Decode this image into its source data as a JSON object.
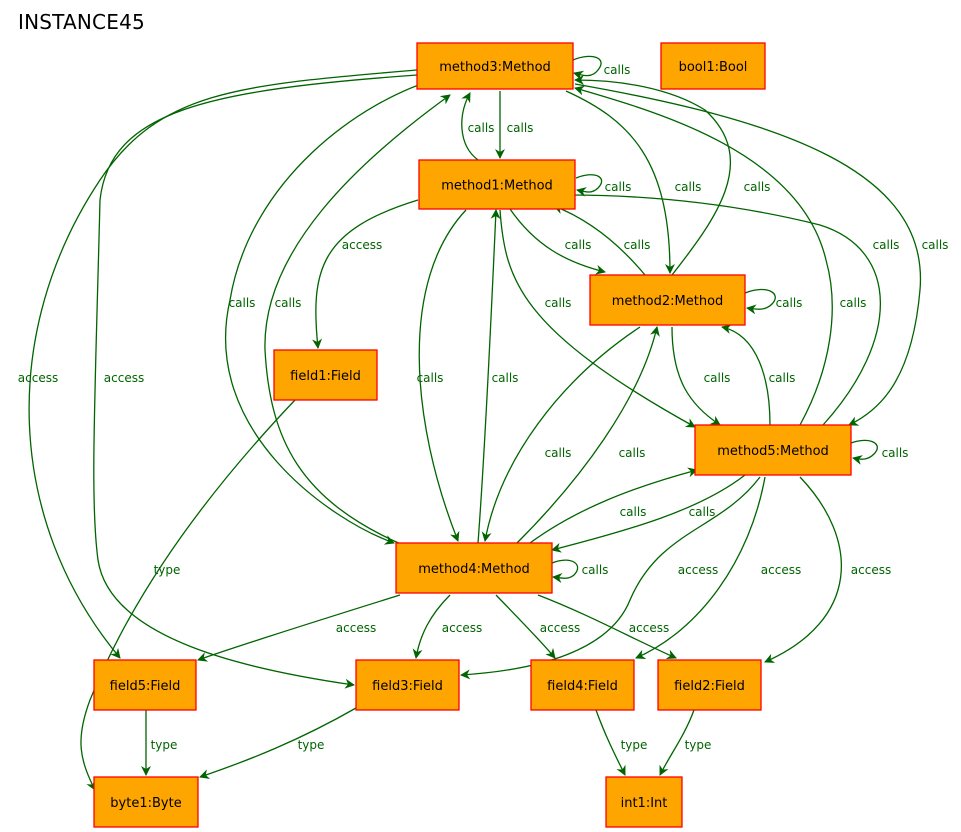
{
  "title": "INSTANCE45",
  "nodes": {
    "method3": "method3:Method",
    "bool1": "bool1:Bool",
    "method1": "method1:Method",
    "method2": "method2:Method",
    "field1": "field1:Field",
    "method5": "method5:Method",
    "method4": "method4:Method",
    "field5": "field5:Field",
    "field3": "field3:Field",
    "field4": "field4:Field",
    "field2": "field2:Field",
    "byte1": "byte1:Byte",
    "int1": "int1:Int"
  },
  "edges": [
    {
      "from": "method3",
      "to": "method3",
      "label": "calls"
    },
    {
      "from": "method3",
      "to": "method1",
      "label": "calls"
    },
    {
      "from": "method1",
      "to": "method3",
      "label": "calls"
    },
    {
      "from": "method1",
      "to": "method1",
      "label": "calls"
    },
    {
      "from": "method3",
      "to": "method2",
      "label": "calls"
    },
    {
      "from": "method2",
      "to": "method3",
      "label": "calls"
    },
    {
      "from": "method1",
      "to": "method2",
      "label": "calls"
    },
    {
      "from": "method2",
      "to": "method1",
      "label": "calls"
    },
    {
      "from": "method2",
      "to": "method2",
      "label": "calls"
    },
    {
      "from": "method5",
      "to": "method3",
      "label": "calls"
    },
    {
      "from": "method3",
      "to": "method5",
      "label": "calls"
    },
    {
      "from": "method5",
      "to": "method1",
      "label": "calls"
    },
    {
      "from": "method1",
      "to": "method5",
      "label": "calls"
    },
    {
      "from": "method2",
      "to": "method5",
      "label": "calls"
    },
    {
      "from": "method5",
      "to": "method2",
      "label": "calls"
    },
    {
      "from": "method5",
      "to": "method5",
      "label": "calls"
    },
    {
      "from": "method4",
      "to": "method3",
      "label": "calls"
    },
    {
      "from": "method3",
      "to": "method4",
      "label": "calls"
    },
    {
      "from": "method1",
      "to": "method4",
      "label": "calls"
    },
    {
      "from": "method4",
      "to": "method1",
      "label": "calls"
    },
    {
      "from": "method2",
      "to": "method4",
      "label": "calls"
    },
    {
      "from": "method4",
      "to": "method2",
      "label": "calls"
    },
    {
      "from": "method4",
      "to": "method5",
      "label": "calls"
    },
    {
      "from": "method5",
      "to": "method4",
      "label": "calls"
    },
    {
      "from": "method4",
      "to": "method4",
      "label": "calls"
    },
    {
      "from": "method1",
      "to": "field1",
      "label": "access"
    },
    {
      "from": "method3",
      "to": "field5",
      "label": "access"
    },
    {
      "from": "method3",
      "to": "field3",
      "label": "access"
    },
    {
      "from": "method4",
      "to": "field5",
      "label": "access"
    },
    {
      "from": "method4",
      "to": "field3",
      "label": "access"
    },
    {
      "from": "method4",
      "to": "field4",
      "label": "access"
    },
    {
      "from": "method4",
      "to": "field2",
      "label": "access"
    },
    {
      "from": "method5",
      "to": "field3",
      "label": "access"
    },
    {
      "from": "method5",
      "to": "field4",
      "label": "access"
    },
    {
      "from": "method5",
      "to": "field2",
      "label": "access"
    },
    {
      "from": "field1",
      "to": "byte1",
      "label": "type"
    },
    {
      "from": "field5",
      "to": "byte1",
      "label": "type"
    },
    {
      "from": "field3",
      "to": "byte1",
      "label": "type"
    },
    {
      "from": "field4",
      "to": "int1",
      "label": "type"
    },
    {
      "from": "field2",
      "to": "int1",
      "label": "type"
    }
  ]
}
